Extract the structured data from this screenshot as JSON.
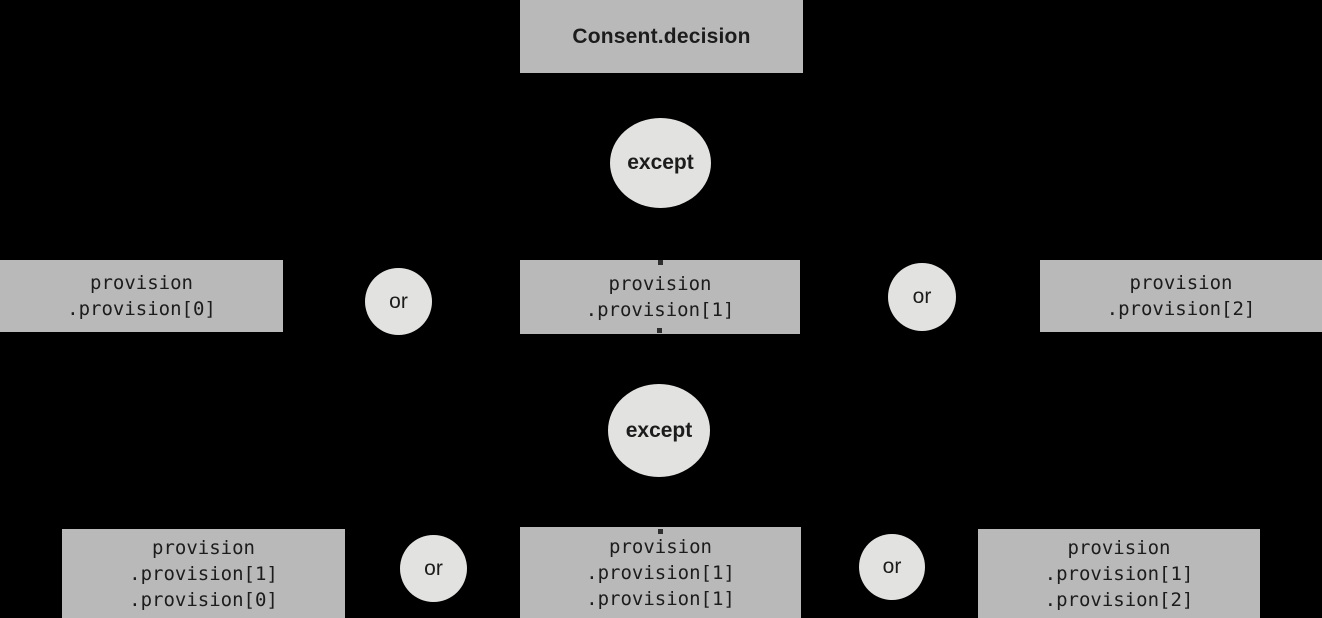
{
  "colors": {
    "background": "#000000",
    "node_fill": "#b9b9b9",
    "operator_fill": "#e2e2e0",
    "text": "#1c1c1c"
  },
  "root": {
    "label": "Consent.decision"
  },
  "operators": {
    "except": "except",
    "or": "or"
  },
  "level1": {
    "nodes": [
      {
        "lines": [
          "provision",
          ".provision[0]"
        ]
      },
      {
        "lines": [
          "provision",
          ".provision[1]"
        ]
      },
      {
        "lines": [
          "provision",
          ".provision[2]"
        ]
      }
    ]
  },
  "level2": {
    "nodes": [
      {
        "lines": [
          "provision",
          ".provision[1]",
          ".provision[0]"
        ]
      },
      {
        "lines": [
          "provision",
          ".provision[1]",
          ".provision[1]"
        ]
      },
      {
        "lines": [
          "provision",
          ".provision[1]",
          ".provision[2]"
        ]
      }
    ]
  }
}
